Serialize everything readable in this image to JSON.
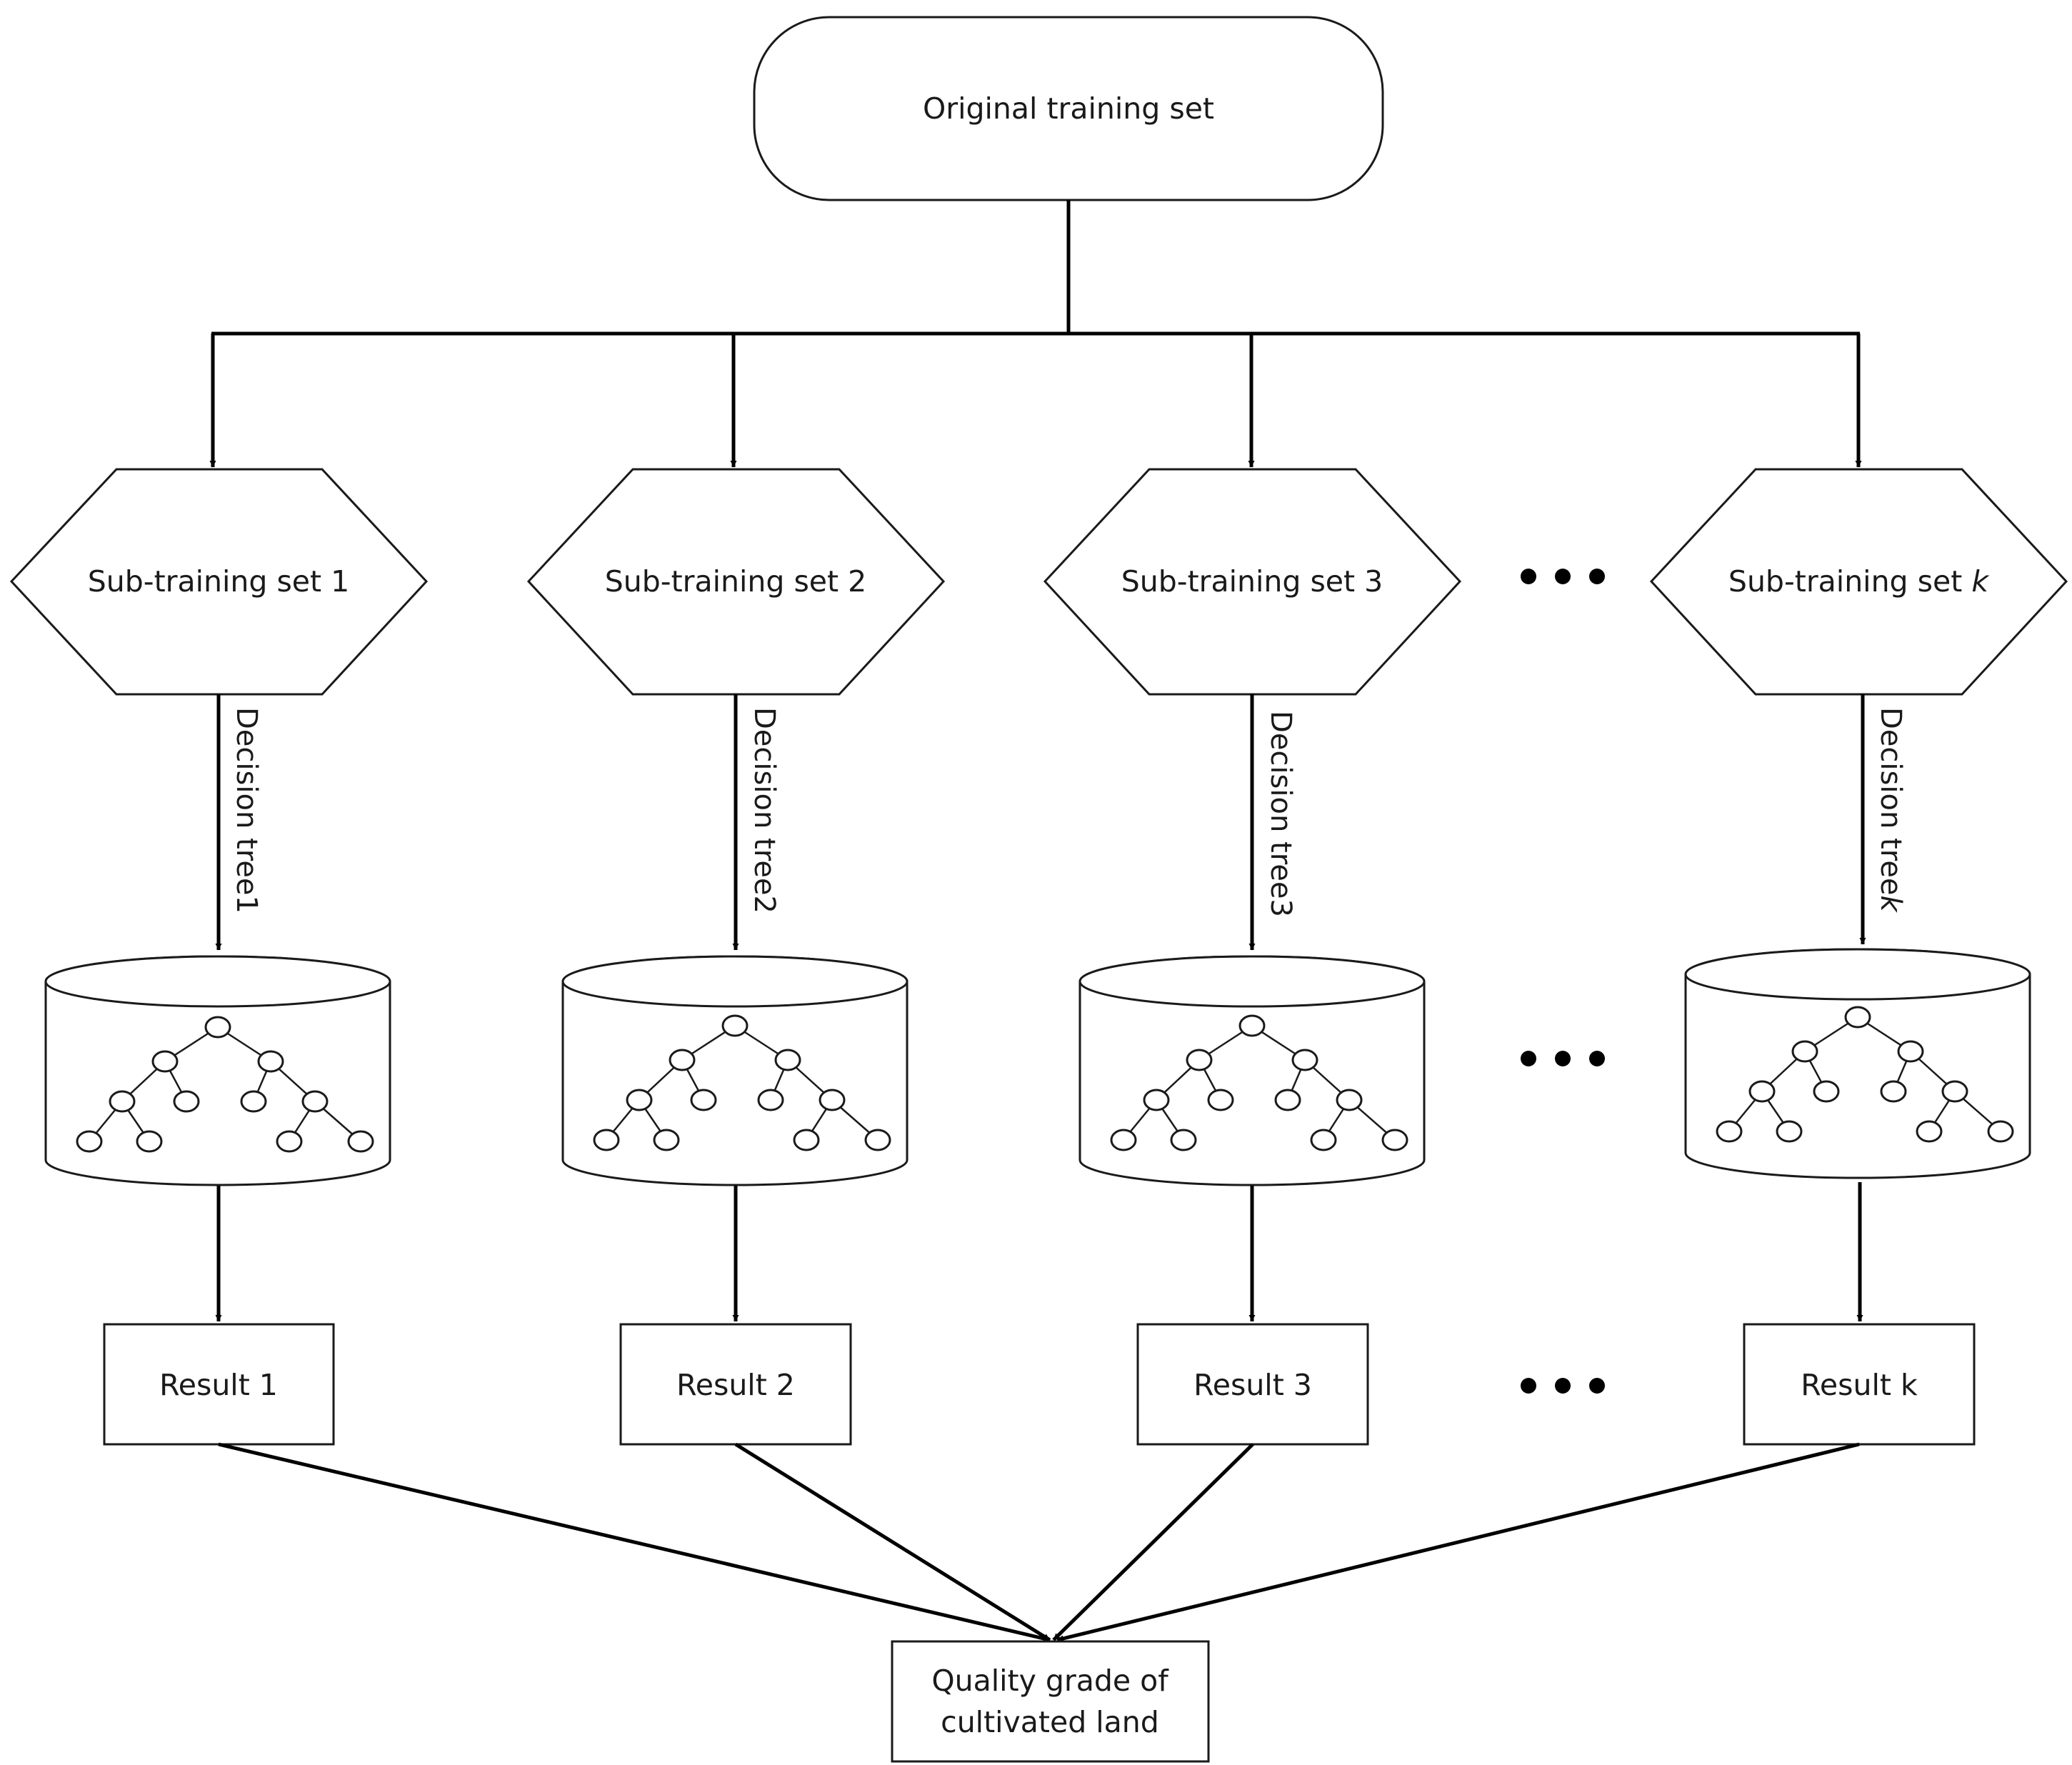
{
  "root": {
    "label": "Original training set"
  },
  "sub_training_sets": [
    {
      "label": "Sub-training set 1"
    },
    {
      "label": "Sub-training set 2"
    },
    {
      "label": "Sub-training set 3"
    },
    {
      "label_prefix": "Sub-training set ",
      "label_italic": "k"
    }
  ],
  "decision_trees": [
    {
      "label": "Decision tree1"
    },
    {
      "label": "Decision tree2"
    },
    {
      "label": "Decision tree3"
    },
    {
      "label_prefix": "Decision tree",
      "label_italic": "k"
    }
  ],
  "results": [
    {
      "label": "Result 1"
    },
    {
      "label": "Result 2"
    },
    {
      "label": "Result 3"
    },
    {
      "label": "Result k"
    }
  ],
  "output": {
    "line1": "Quality grade of",
    "line2": "cultivated land"
  }
}
